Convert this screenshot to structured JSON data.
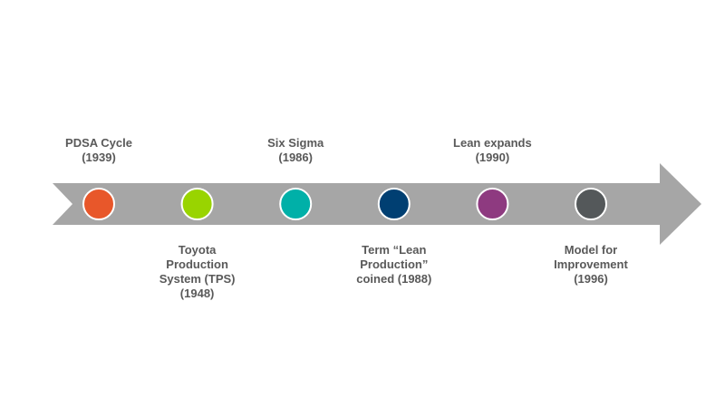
{
  "timeline": {
    "arrow_color": "#a6a6a6",
    "text_color": "#595959",
    "milestones": [
      {
        "label": "PDSA Cycle\n(1939)",
        "color": "#e8572a",
        "side": "above"
      },
      {
        "label": "Toyota\nProduction\nSystem (TPS)\n(1948)",
        "color": "#99d400",
        "side": "below"
      },
      {
        "label": "Six Sigma\n(1986)",
        "color": "#00b0a8",
        "side": "above"
      },
      {
        "label": "Term “Lean\nProduction”\ncoined (1988)",
        "color": "#003f72",
        "side": "below"
      },
      {
        "label": "Lean expands\n(1990)",
        "color": "#8e3a80",
        "side": "above"
      },
      {
        "label": "Model for\nImprovement\n(1996)",
        "color": "#54585a",
        "side": "below"
      }
    ]
  }
}
